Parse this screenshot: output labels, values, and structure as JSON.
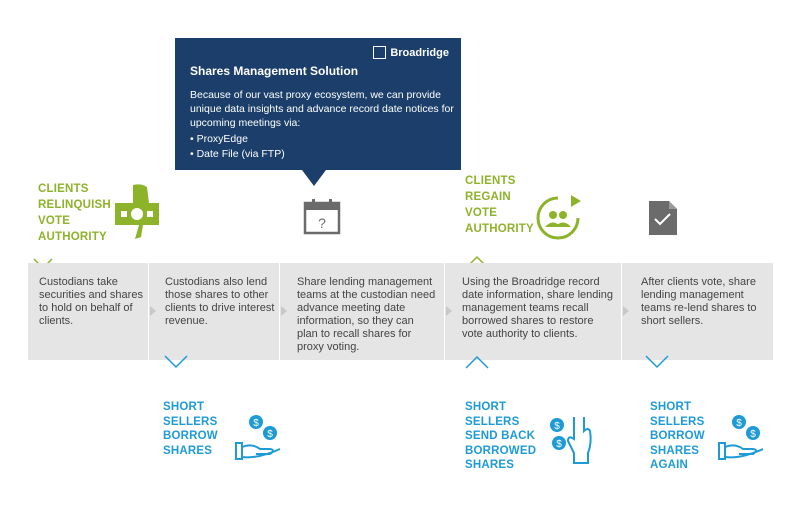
{
  "callout": {
    "brand": "Broadridge",
    "title": "Shares Management Solution",
    "body": "Because of our vast proxy ecosystem, we can provide unique data insights and advance record date notices for upcoming meetings via:",
    "items": [
      "• ProxyEdge",
      "• Date File (via FTP)"
    ]
  },
  "top_labels": {
    "clients_relinquish": [
      "CLIENTS",
      "RELINQUISH",
      "VOTE",
      "AUTHORITY"
    ],
    "clients_regain": [
      "CLIENTS",
      "REGAIN",
      "VOTE",
      "AUTHORITY"
    ]
  },
  "steps": [
    "Custodians take securities and shares to hold on behalf of clients.",
    "Custodians also lend those shares to other clients to drive interest revenue.",
    "Share lending management teams at the custodian need advance meeting date information, so they can plan to recall shares for proxy voting.",
    "Using the Broadridge record date information, share lending management teams recall borrowed shares to restore vote authority to clients.",
    "After clients vote, share lending management teams re-lend shares to short sellers."
  ],
  "bottom_labels": {
    "borrow": [
      "SHORT",
      "SELLERS",
      "BORROW",
      "SHARES"
    ],
    "send_back": [
      "SHORT",
      "SELLERS",
      "SEND BACK",
      "BORROWED",
      "SHARES"
    ],
    "borrow_again": [
      "SHORT",
      "SELLERS",
      "BORROW",
      "SHARES",
      "AGAIN"
    ]
  },
  "icons": {
    "relinquish": "hand-with-cash-icon",
    "calendar": "calendar-question-icon",
    "regain": "people-refresh-icon",
    "ballot": "document-check-icon",
    "coins_hand": "hand-with-coins-icon",
    "coins_raised_hand": "raised-hand-coins-icon"
  },
  "colors": {
    "navy": "#1b3f6a",
    "green": "#8db32b",
    "blue": "#1e9bd7",
    "band": "#e5e5e5",
    "gray_icon": "#6b6b6b"
  }
}
